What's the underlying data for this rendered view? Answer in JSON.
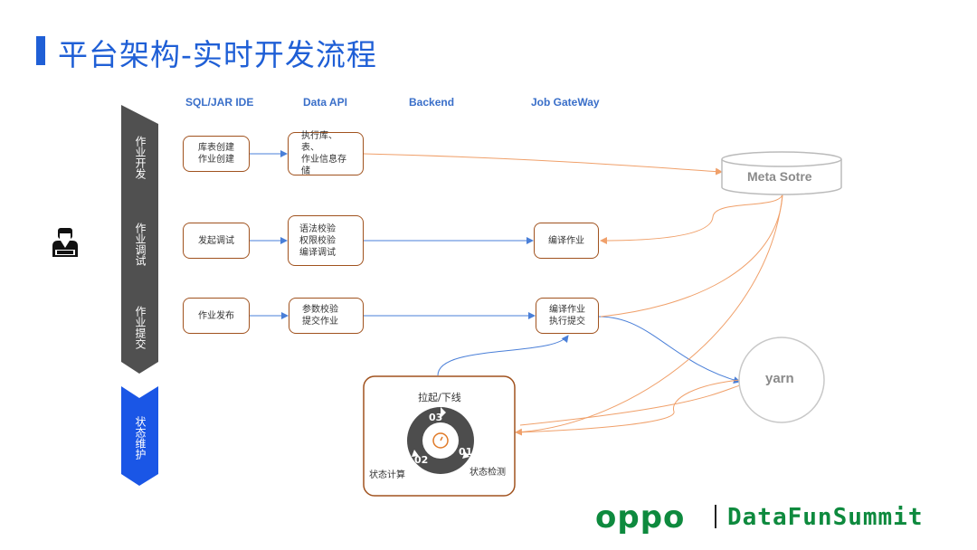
{
  "title": "平台架构-实时开发流程",
  "columns": [
    "SQL/JAR IDE",
    "Data API",
    "Backend",
    "Job GateWay"
  ],
  "stages": [
    {
      "label": "作业开发"
    },
    {
      "label": "作业调试"
    },
    {
      "label": "作业提交"
    },
    {
      "label": "状态维护"
    }
  ],
  "boxes": {
    "dev_ide": [
      "库表创建",
      "作业创建"
    ],
    "dev_api": [
      "执行库、表、",
      "作业信息存储"
    ],
    "debug_ide": [
      "发起调试"
    ],
    "debug_api": [
      "语法校验",
      "权限校验",
      "编译调试"
    ],
    "debug_gw": [
      "编译作业"
    ],
    "submit_ide": [
      "作业发布"
    ],
    "submit_api": [
      "参数校验",
      "提交作业"
    ],
    "submit_gw": [
      "编译作业",
      "执行提交"
    ]
  },
  "meta_store": "Meta Sotre",
  "yarn": "yarn",
  "cycle": {
    "title": "拉起/下线",
    "steps": [
      "03",
      "01",
      "02"
    ],
    "left_label": "状态计算",
    "right_label": "状态检测"
  },
  "brand": {
    "oppo": "oppo",
    "datafun": "DataFunSummit"
  }
}
